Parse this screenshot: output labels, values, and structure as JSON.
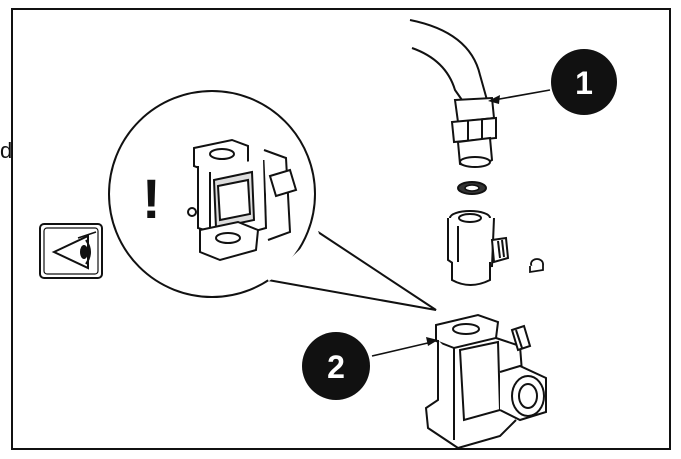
{
  "stray_text": "d",
  "callouts": {
    "one": "1",
    "two": "2"
  },
  "warning_mark": "!",
  "icons": {
    "eye": "eye-inspection-icon"
  },
  "colors": {
    "line": "#111111",
    "callout_fill": "#111111",
    "background": "#ffffff"
  }
}
